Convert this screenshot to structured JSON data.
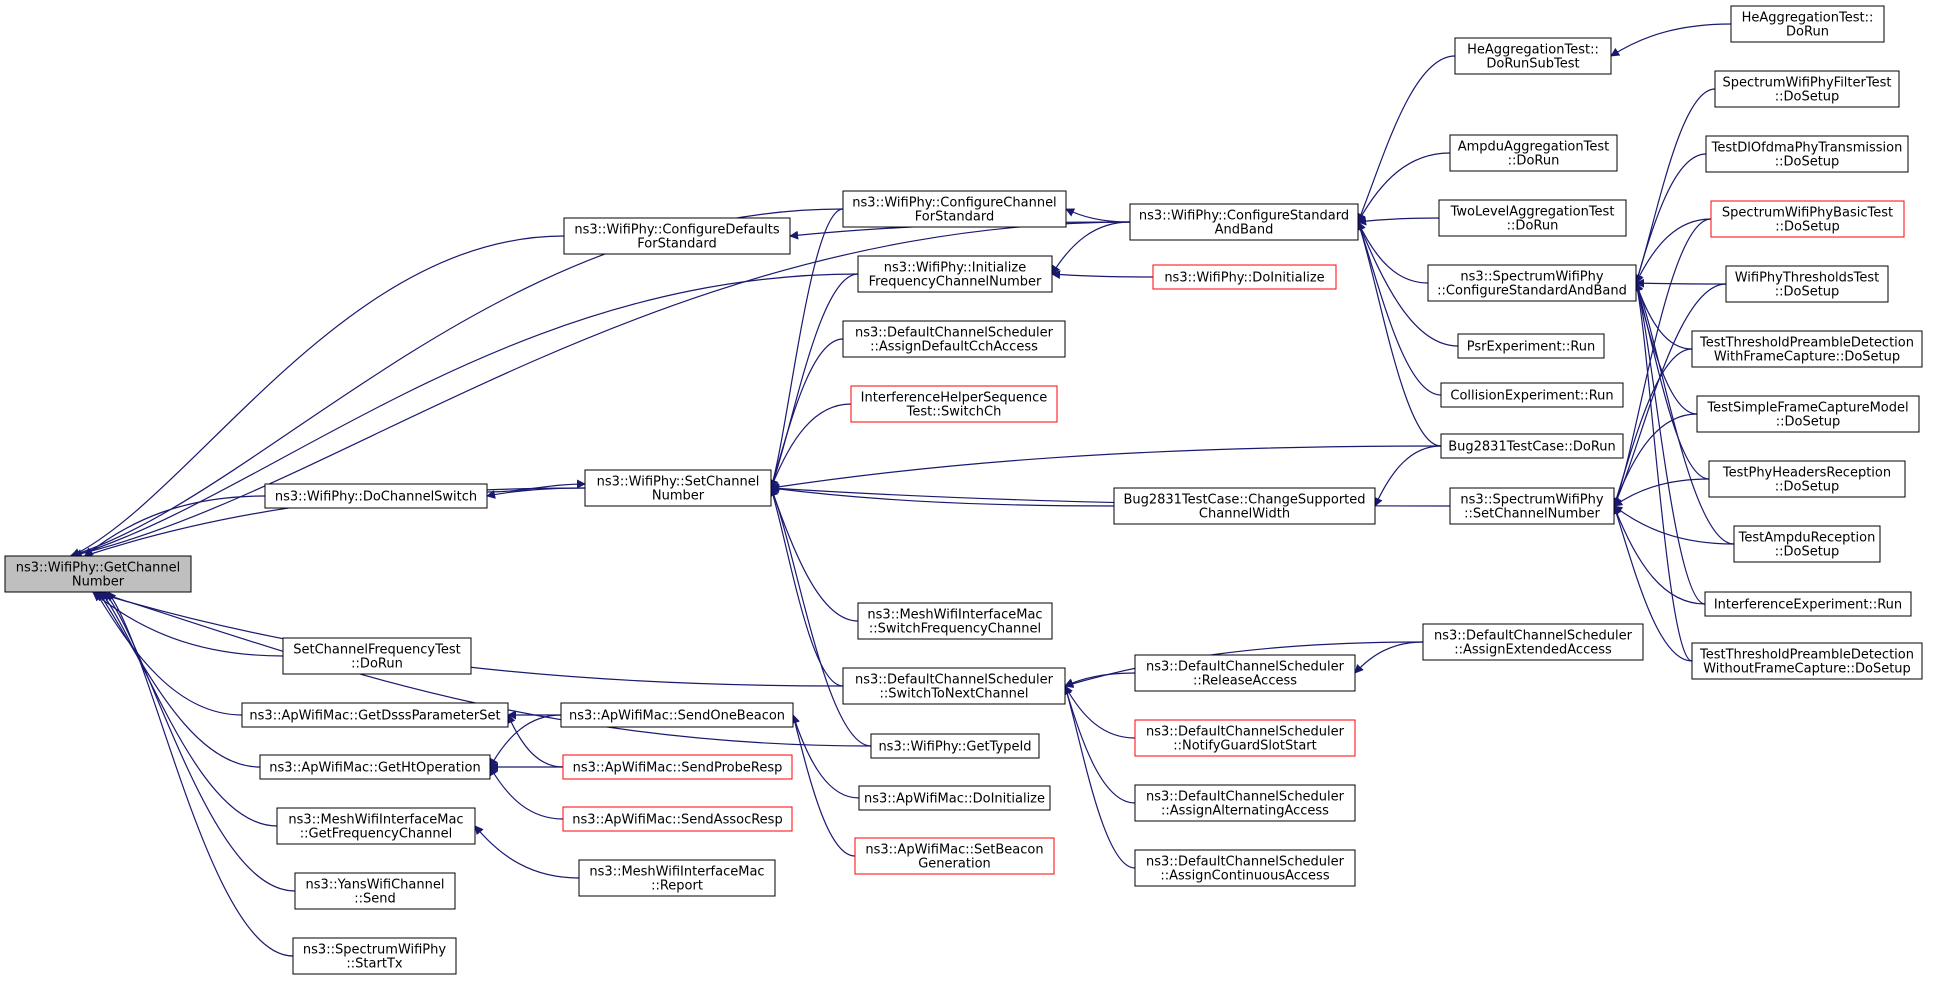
{
  "graph": {
    "title": "",
    "colors": {
      "edge": "#191970",
      "root_fill": "#bfbfbf",
      "link_border": "#ff0000",
      "node_border": "#000000"
    },
    "nodes": [
      {
        "id": "root",
        "lines": [
          "ns3::WifiPhy::GetChannel",
          "Number"
        ]
      },
      {
        "id": "wifiphy_configure_defaults",
        "lines": [
          "ns3::WifiPhy::ConfigureDefaults",
          "ForStandard"
        ]
      },
      {
        "id": "wifiphy_dochannelswitch",
        "lines": [
          "ns3::WifiPhy::DoChannelSwitch"
        ]
      },
      {
        "id": "setchannelfreq_test",
        "lines": [
          "SetChannelFrequencyTest",
          "::DoRun"
        ]
      },
      {
        "id": "apmac_getdsss",
        "lines": [
          "ns3::ApWifiMac::GetDsssParameterSet"
        ]
      },
      {
        "id": "apmac_getht",
        "lines": [
          "ns3::ApWifiMac::GetHtOperation"
        ]
      },
      {
        "id": "mesh_getfreq",
        "lines": [
          "ns3::MeshWifiInterfaceMac",
          "::GetFrequencyChannel"
        ]
      },
      {
        "id": "yans_send",
        "lines": [
          "ns3::YansWifiChannel",
          "::Send"
        ]
      },
      {
        "id": "spectrum_starttx",
        "lines": [
          "ns3::SpectrumWifiPhy",
          "::StartTx"
        ]
      },
      {
        "id": "wifiphy_setchannel",
        "lines": [
          "ns3::WifiPhy::SetChannel",
          "Number"
        ]
      },
      {
        "id": "apmac_sendonebeacon",
        "lines": [
          "ns3::ApWifiMac::SendOneBeacon"
        ]
      },
      {
        "id": "mesh_report",
        "lines": [
          "ns3::MeshWifiInterfaceMac",
          "::Report"
        ]
      },
      {
        "id": "wifiphy_configchannel",
        "lines": [
          "ns3::WifiPhy::ConfigureChannel",
          "ForStandard"
        ]
      },
      {
        "id": "wifiphy_initfreq",
        "lines": [
          "ns3::WifiPhy::Initialize",
          "FrequencyChannelNumber"
        ]
      },
      {
        "id": "dcs_assigndefault",
        "lines": [
          "ns3::DefaultChannelScheduler",
          "::AssignDefaultCchAccess"
        ]
      },
      {
        "id": "ihs_switchch",
        "lines": [
          "InterferenceHelperSequence",
          "Test::SwitchCh"
        ],
        "red": true
      },
      {
        "id": "mesh_switchfreq",
        "lines": [
          "ns3::MeshWifiInterfaceMac",
          "::SwitchFrequencyChannel"
        ]
      },
      {
        "id": "dcs_switchnext",
        "lines": [
          "ns3::DefaultChannelScheduler",
          "::SwitchToNextChannel"
        ]
      },
      {
        "id": "wifiphy_gettypeid",
        "lines": [
          "ns3::WifiPhy::GetTypeId"
        ]
      },
      {
        "id": "apmac_sendproberesp",
        "lines": [
          "ns3::ApWifiMac::SendProbeResp"
        ],
        "red": true
      },
      {
        "id": "apmac_sendassocresp",
        "lines": [
          "ns3::ApWifiMac::SendAssocResp"
        ],
        "red": true
      },
      {
        "id": "apmac_doinit",
        "lines": [
          "ns3::ApWifiMac::DoInitialize"
        ]
      },
      {
        "id": "apmac_setbeacon",
        "lines": [
          "ns3::ApWifiMac::SetBeacon",
          "Generation"
        ],
        "red": true
      },
      {
        "id": "wifiphy_configstd",
        "lines": [
          "ns3::WifiPhy::ConfigureStandard",
          "AndBand"
        ]
      },
      {
        "id": "wifiphy_doinit",
        "lines": [
          "ns3::WifiPhy::DoInitialize"
        ],
        "red": true
      },
      {
        "id": "bug2831_change",
        "lines": [
          "Bug2831TestCase::ChangeSupported",
          "ChannelWidth"
        ]
      },
      {
        "id": "dcs_release",
        "lines": [
          "ns3::DefaultChannelScheduler",
          "::ReleaseAccess"
        ]
      },
      {
        "id": "dcs_notify",
        "lines": [
          "ns3::DefaultChannelScheduler",
          "::NotifyGuardSlotStart"
        ],
        "red": true
      },
      {
        "id": "dcs_alternating",
        "lines": [
          "ns3::DefaultChannelScheduler",
          "::AssignAlternatingAccess"
        ]
      },
      {
        "id": "dcs_continuous",
        "lines": [
          "ns3::DefaultChannelScheduler",
          "::AssignContinuousAccess"
        ]
      },
      {
        "id": "he_dorunsub",
        "lines": [
          "HeAggregationTest::",
          "DoRunSubTest"
        ]
      },
      {
        "id": "ampdu_agg",
        "lines": [
          "AmpduAggregationTest",
          "::DoRun"
        ]
      },
      {
        "id": "twolevel_agg",
        "lines": [
          "TwoLevelAggregationTest",
          "::DoRun"
        ]
      },
      {
        "id": "spectrum_configstd",
        "lines": [
          "ns3::SpectrumWifiPhy",
          "::ConfigureStandardAndBand"
        ]
      },
      {
        "id": "psr_run",
        "lines": [
          "PsrExperiment::Run"
        ]
      },
      {
        "id": "collision_run",
        "lines": [
          "CollisionExperiment::Run"
        ]
      },
      {
        "id": "bug2831_dorun",
        "lines": [
          "Bug2831TestCase::DoRun"
        ]
      },
      {
        "id": "spectrum_setchannel",
        "lines": [
          "ns3::SpectrumWifiPhy",
          "::SetChannelNumber"
        ]
      },
      {
        "id": "dcs_extended",
        "lines": [
          "ns3::DefaultChannelScheduler",
          "::AssignExtendedAccess"
        ]
      },
      {
        "id": "he_dorun",
        "lines": [
          "HeAggregationTest::",
          "DoRun"
        ]
      },
      {
        "id": "spf_filter",
        "lines": [
          "SpectrumWifiPhyFilterTest",
          "::DoSetup"
        ]
      },
      {
        "id": "dlofdma",
        "lines": [
          "TestDlOfdmaPhyTransmission",
          "::DoSetup"
        ]
      },
      {
        "id": "spf_basic",
        "lines": [
          "SpectrumWifiPhyBasicTest",
          "::DoSetup"
        ],
        "red": true
      },
      {
        "id": "thresholds",
        "lines": [
          "WifiPhyThresholdsTest",
          "::DoSetup"
        ]
      },
      {
        "id": "preamble_with",
        "lines": [
          "TestThresholdPreambleDetection",
          "WithFrameCapture::DoSetup"
        ]
      },
      {
        "id": "simplecapture",
        "lines": [
          "TestSimpleFrameCaptureModel",
          "::DoSetup"
        ]
      },
      {
        "id": "phyheaders",
        "lines": [
          "TestPhyHeadersReception",
          "::DoSetup"
        ]
      },
      {
        "id": "ampdu_reception",
        "lines": [
          "TestAmpduReception",
          "::DoSetup"
        ]
      },
      {
        "id": "interference_run",
        "lines": [
          "InterferenceExperiment::Run"
        ]
      },
      {
        "id": "preamble_without",
        "lines": [
          "TestThresholdPreambleDetection",
          "WithoutFrameCapture::DoSetup"
        ]
      }
    ]
  }
}
